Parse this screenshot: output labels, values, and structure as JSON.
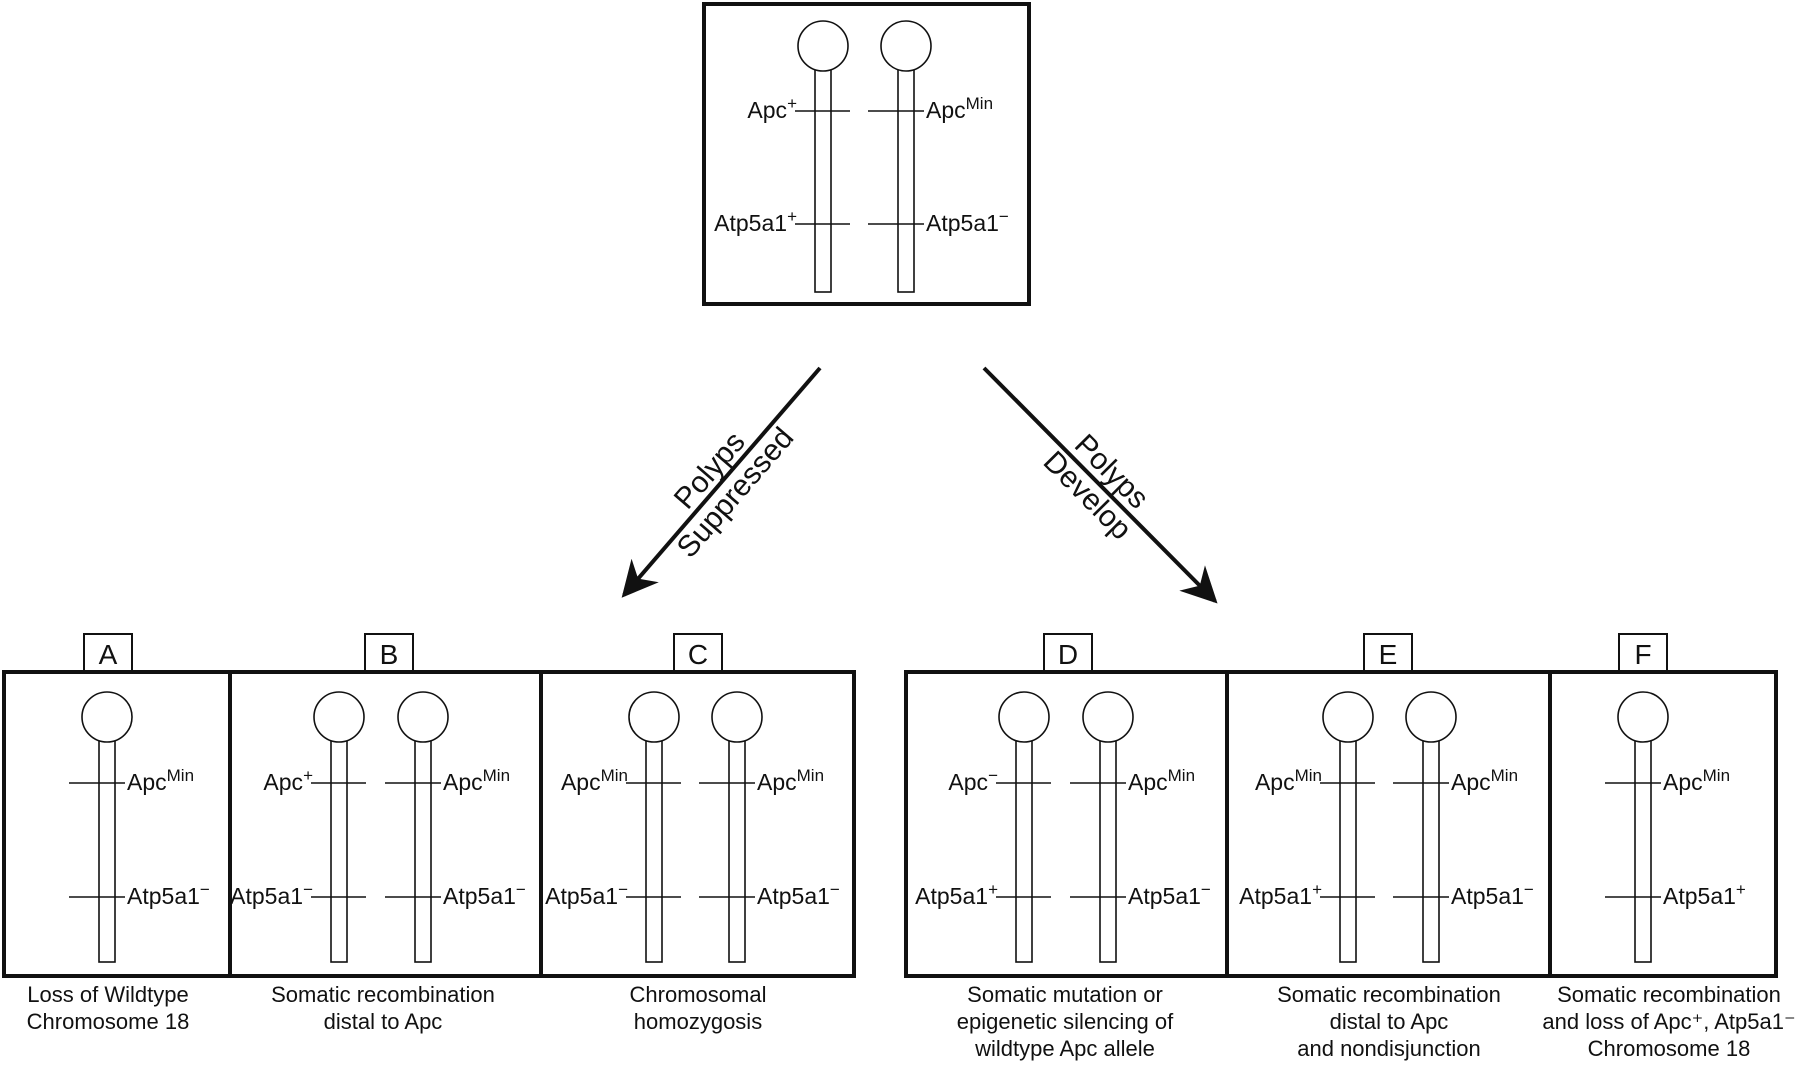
{
  "colors": {
    "ink": "#111111",
    "background": "#ffffff"
  },
  "top": {
    "chromosomes": [
      {
        "apc": {
          "base": "Apc",
          "sup": "+"
        },
        "atp": {
          "base": "Atp5a1",
          "sup": "+"
        },
        "label_side": "left"
      },
      {
        "apc": {
          "base": "Apc",
          "sup": "Min"
        },
        "atp": {
          "base": "Atp5a1",
          "sup": "-"
        },
        "label_side": "right"
      }
    ]
  },
  "arrows": [
    {
      "name": "suppressed",
      "line1": "Polyps",
      "line2": "Suppressed"
    },
    {
      "name": "develop",
      "line1": "Polyps",
      "line2": "Develop"
    }
  ],
  "panels": [
    {
      "letter": "A",
      "chromosomes": [
        {
          "apc": {
            "base": "Apc",
            "sup": "Min"
          },
          "atp": {
            "base": "Atp5a1",
            "sup": "-"
          },
          "label_side": "right"
        }
      ],
      "caption": [
        "Loss of Wildtype",
        "Chromosome 18"
      ]
    },
    {
      "letter": "B",
      "chromosomes": [
        {
          "apc": {
            "base": "Apc",
            "sup": "+"
          },
          "atp": {
            "base": "Atp5a1",
            "sup": "-"
          },
          "label_side": "left"
        },
        {
          "apc": {
            "base": "Apc",
            "sup": "Min"
          },
          "atp": {
            "base": "Atp5a1",
            "sup": "-"
          },
          "label_side": "right"
        }
      ],
      "caption": [
        "Somatic recombination",
        "distal to Apc"
      ]
    },
    {
      "letter": "C",
      "chromosomes": [
        {
          "apc": {
            "base": "Apc",
            "sup": "Min"
          },
          "atp": {
            "base": "Atp5a1",
            "sup": "-"
          },
          "label_side": "left"
        },
        {
          "apc": {
            "base": "Apc",
            "sup": "Min"
          },
          "atp": {
            "base": "Atp5a1",
            "sup": "-"
          },
          "label_side": "right"
        }
      ],
      "caption": [
        "Chromosomal",
        "homozygosis"
      ]
    },
    {
      "letter": "D",
      "chromosomes": [
        {
          "apc": {
            "base": "Apc",
            "sup": "-"
          },
          "atp": {
            "base": "Atp5a1",
            "sup": "+"
          },
          "label_side": "left"
        },
        {
          "apc": {
            "base": "Apc",
            "sup": "Min"
          },
          "atp": {
            "base": "Atp5a1",
            "sup": "-"
          },
          "label_side": "right"
        }
      ],
      "caption": [
        "Somatic mutation or",
        "epigenetic silencing of",
        "wildtype Apc allele"
      ]
    },
    {
      "letter": "E",
      "chromosomes": [
        {
          "apc": {
            "base": "Apc",
            "sup": "Min"
          },
          "atp": {
            "base": "Atp5a1",
            "sup": "+"
          },
          "label_side": "left"
        },
        {
          "apc": {
            "base": "Apc",
            "sup": "Min"
          },
          "atp": {
            "base": "Atp5a1",
            "sup": "-"
          },
          "label_side": "right"
        }
      ],
      "caption": [
        "Somatic recombination",
        "distal to Apc",
        "and nondisjunction"
      ]
    },
    {
      "letter": "F",
      "chromosomes": [
        {
          "apc": {
            "base": "Apc",
            "sup": "Min"
          },
          "atp": {
            "base": "Atp5a1",
            "sup": "+"
          },
          "label_side": "right"
        }
      ],
      "caption": [
        "Somatic recombination",
        "and loss of Apc⁺, Atp5a1⁻",
        "Chromosome 18"
      ]
    }
  ]
}
